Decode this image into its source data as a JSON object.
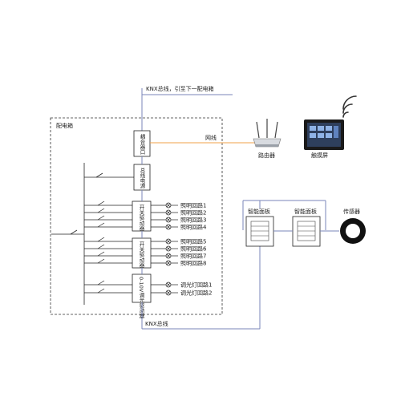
{
  "labels": {
    "bus_top": "KNX总线，引至下一配电箱",
    "panel_box": "配电箱",
    "coupler": "耦合器口",
    "power": "总线电源",
    "switch_driver_1": "开关驱动器",
    "switch_driver_2": "开关驱动器",
    "dimmer": "0-10V调光驱动器",
    "network_line": "网线",
    "router": "路由器",
    "touch_screen": "触摸屏",
    "smart_panel_1": "智能面板",
    "smart_panel_2": "智能面板",
    "sensor": "传感器",
    "bus_bottom": "KNX总线"
  },
  "circuits": {
    "lighting": [
      "照明回路1",
      "照明回路2",
      "照明回路3",
      "照明回路4",
      "照明回路5",
      "照明回路6",
      "照明回路7",
      "照明回路8"
    ],
    "dimming": [
      "调光灯回路1",
      "调光灯回路2"
    ]
  },
  "colors": {
    "bus_line": "#7a86b8",
    "network_line": "#f0a24a",
    "wifi_arc": "#333333",
    "dark": "#222222"
  },
  "icons": {
    "router": "router-icon",
    "touch_screen": "tablet-icon",
    "wifi": "wifi-icon",
    "lamp": "lamp-icon",
    "sensor": "sensor-icon"
  }
}
